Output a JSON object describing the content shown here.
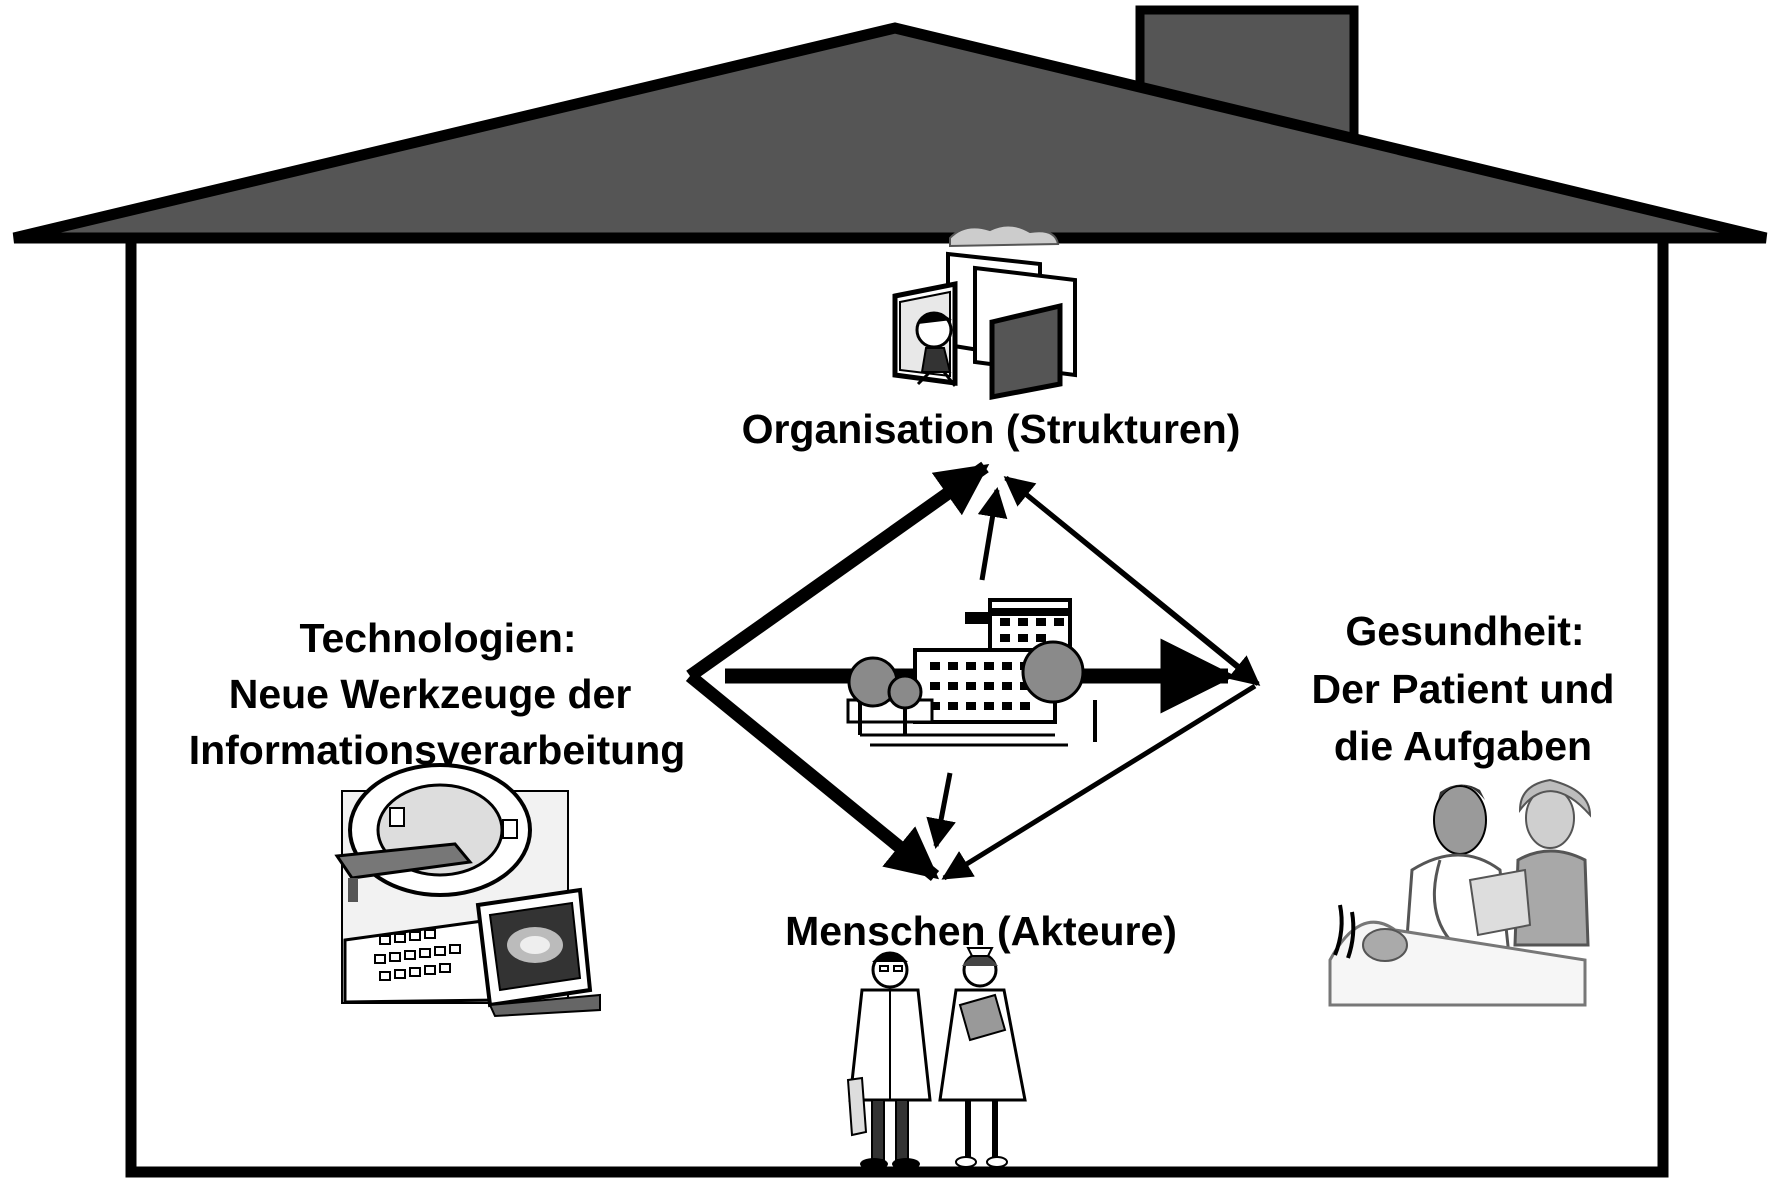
{
  "colors": {
    "roof": "#555555",
    "outline": "#000000",
    "background": "#ffffff",
    "clipart_gray": "#8a8a8a",
    "clipart_light": "#d6d6d6"
  },
  "nodes": {
    "organisation": {
      "label": "Organisation (Strukturen)",
      "icon": "maze-person-icon"
    },
    "technologie": {
      "lines": [
        "Technologien:",
        "Neue Werkzeuge der",
        "Informationsverarbeitung"
      ],
      "icon": "medical-scanner-monitor-icon"
    },
    "gesundheit": {
      "lines": [
        "Gesundheit:",
        "Der Patient und",
        "die Aufgaben"
      ],
      "icon": "patient-care-icon"
    },
    "menschen": {
      "label": "Menschen (Akteure)",
      "icon": "doctor-nurse-icon"
    },
    "center": {
      "icon": "hospital-building-icon"
    }
  }
}
